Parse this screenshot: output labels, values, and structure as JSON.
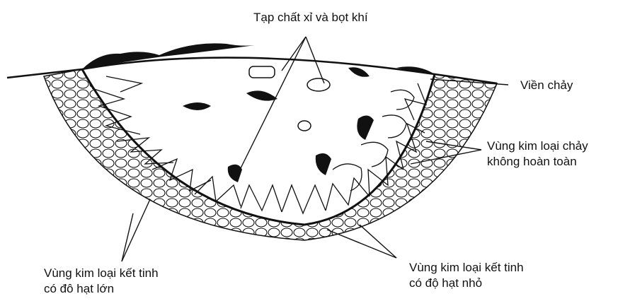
{
  "labels": {
    "slag_gas": "Tạp chất xỉ và bọt khí",
    "fusion_line": "Viền chảy",
    "partial_melt_line1": "Vùng kim loại chảy",
    "partial_melt_line2": "không hoàn toàn",
    "coarse_grain_line1": "Vùng kim loại kết tinh",
    "coarse_grain_line2": "có đô hạt lớn",
    "fine_grain_line1": "Vùng kim loại kết tinh",
    "fine_grain_line2": "có độ hạt nhỏ"
  },
  "colors": {
    "ink": "#111111",
    "paper": "#ffffff"
  }
}
